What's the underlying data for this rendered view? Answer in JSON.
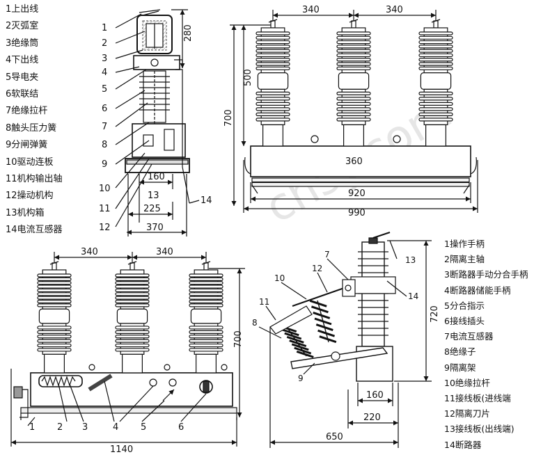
{
  "legend_top_left": [
    "1上出线",
    "2灭弧室",
    "3绝缘筒",
    "4下出线",
    "5导电夹",
    "6软联结",
    "7绝缘拉杆",
    "8触头压力簧",
    "9分闸弹簧",
    "10驱动连板",
    "11机构输出轴",
    "12操动机构",
    "13机构箱",
    "14电流互感器"
  ],
  "legend_bottom_right": [
    "1操作手柄",
    "2隔离主轴",
    "3断路器手动分合手柄",
    "4断路器储能手柄",
    "5分合指示",
    "6接线插头",
    "7电流互感器",
    "8绝缘子",
    "9隔离架",
    "10绝缘拉杆",
    "11接线板(进线端",
    "12隔离刀片",
    "13接线板(出线端)",
    "14断路器"
  ],
  "side_view_small": {
    "callouts": [
      "1",
      "2",
      "3",
      "4",
      "5",
      "6",
      "7",
      "8",
      "9",
      "10",
      "11",
      "12",
      "14"
    ],
    "dims": {
      "d280": "280",
      "d160": "160",
      "d13": "13",
      "d225": "225",
      "d370": "370"
    }
  },
  "front_view_top": {
    "dims": {
      "d340a": "340",
      "d340b": "340",
      "d500": "500",
      "d700": "700",
      "d360": "360",
      "d920": "920",
      "d990": "990"
    }
  },
  "front_view_bottom": {
    "dims": {
      "d340a": "340",
      "d340b": "340",
      "d700": "700",
      "d1140": "1140"
    },
    "callouts": [
      "1",
      "2",
      "3",
      "4",
      "5",
      "6"
    ]
  },
  "side_view_isolator": {
    "dims": {
      "d720": "720",
      "d160": "160",
      "d220": "220",
      "d650": "650"
    },
    "callouts": [
      "7",
      "12",
      "10",
      "11",
      "8",
      "9",
      "13",
      "14"
    ]
  },
  "watermark": "chsy.com"
}
